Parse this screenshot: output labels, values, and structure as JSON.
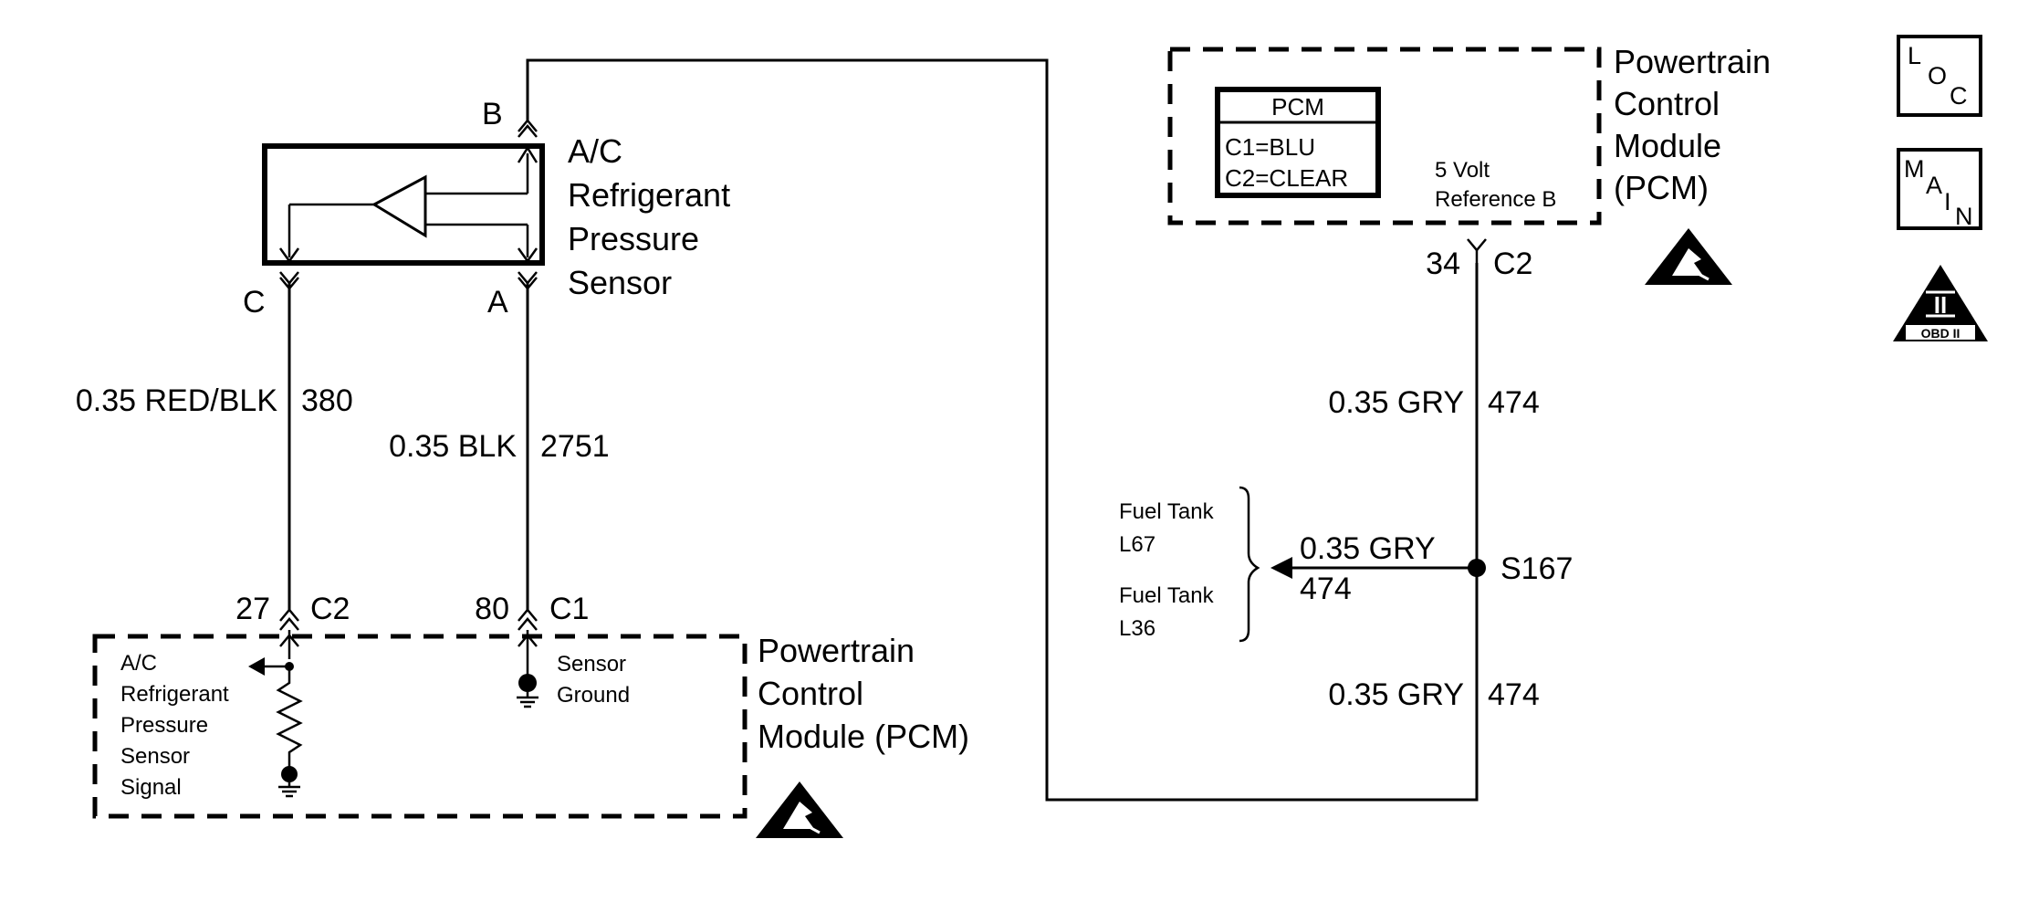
{
  "sensor": {
    "label_line1": "A/C",
    "label_line2": "Refrigerant",
    "label_line3": "Pressure",
    "label_line4": "Sensor",
    "pin_b": "B",
    "pin_c": "C",
    "pin_a": "A"
  },
  "wires": {
    "circuit_380": {
      "gauge_color": "0.35 RED/BLK",
      "circuit": "380"
    },
    "circuit_2751": {
      "gauge_color": "0.35 BLK",
      "circuit": "2751"
    },
    "circuit_474_upper": {
      "gauge_color": "0.35 GRY",
      "circuit": "474"
    },
    "circuit_474_branch": {
      "gauge_color": "0.35 GRY",
      "circuit": "474"
    },
    "circuit_474_lower": {
      "gauge_color": "0.35 GRY",
      "circuit": "474"
    }
  },
  "pcm_lower": {
    "title_line1": "Powertrain",
    "title_line2": "Control",
    "title_line3": "Module (PCM)",
    "pin27_num": "27",
    "pin27_conn": "C2",
    "pin80_num": "80",
    "pin80_conn": "C1",
    "signal_line1": "A/C",
    "signal_line2": "Refrigerant",
    "signal_line3": "Pressure",
    "signal_line4": "Sensor",
    "signal_line5": "Signal",
    "ground_line1": "Sensor",
    "ground_line2": "Ground"
  },
  "pcm_upper": {
    "title_line1": "Powertrain",
    "title_line2": "Control",
    "title_line3": "Module",
    "title_line4": "(PCM)",
    "table_header": "PCM",
    "table_row1": "C1=BLU",
    "table_row2": "C2=CLEAR",
    "ref_line1": "5 Volt",
    "ref_line2": "Reference B",
    "pin_num": "34",
    "pin_conn": "C2"
  },
  "splice": {
    "id": "S167",
    "option1_line1": "Fuel Tank",
    "option1_line2": "L67",
    "option2_line1": "Fuel Tank",
    "option2_line2": "L36"
  },
  "symbols": {
    "loc": {
      "l": "L",
      "o": "O",
      "c": "C"
    },
    "main": {
      "m": "M",
      "a": "A",
      "i": "I",
      "n": "N"
    },
    "obd": {
      "numeral": "II",
      "label": "OBD II"
    },
    "esd_icon": "esd-sensitive-icon"
  }
}
